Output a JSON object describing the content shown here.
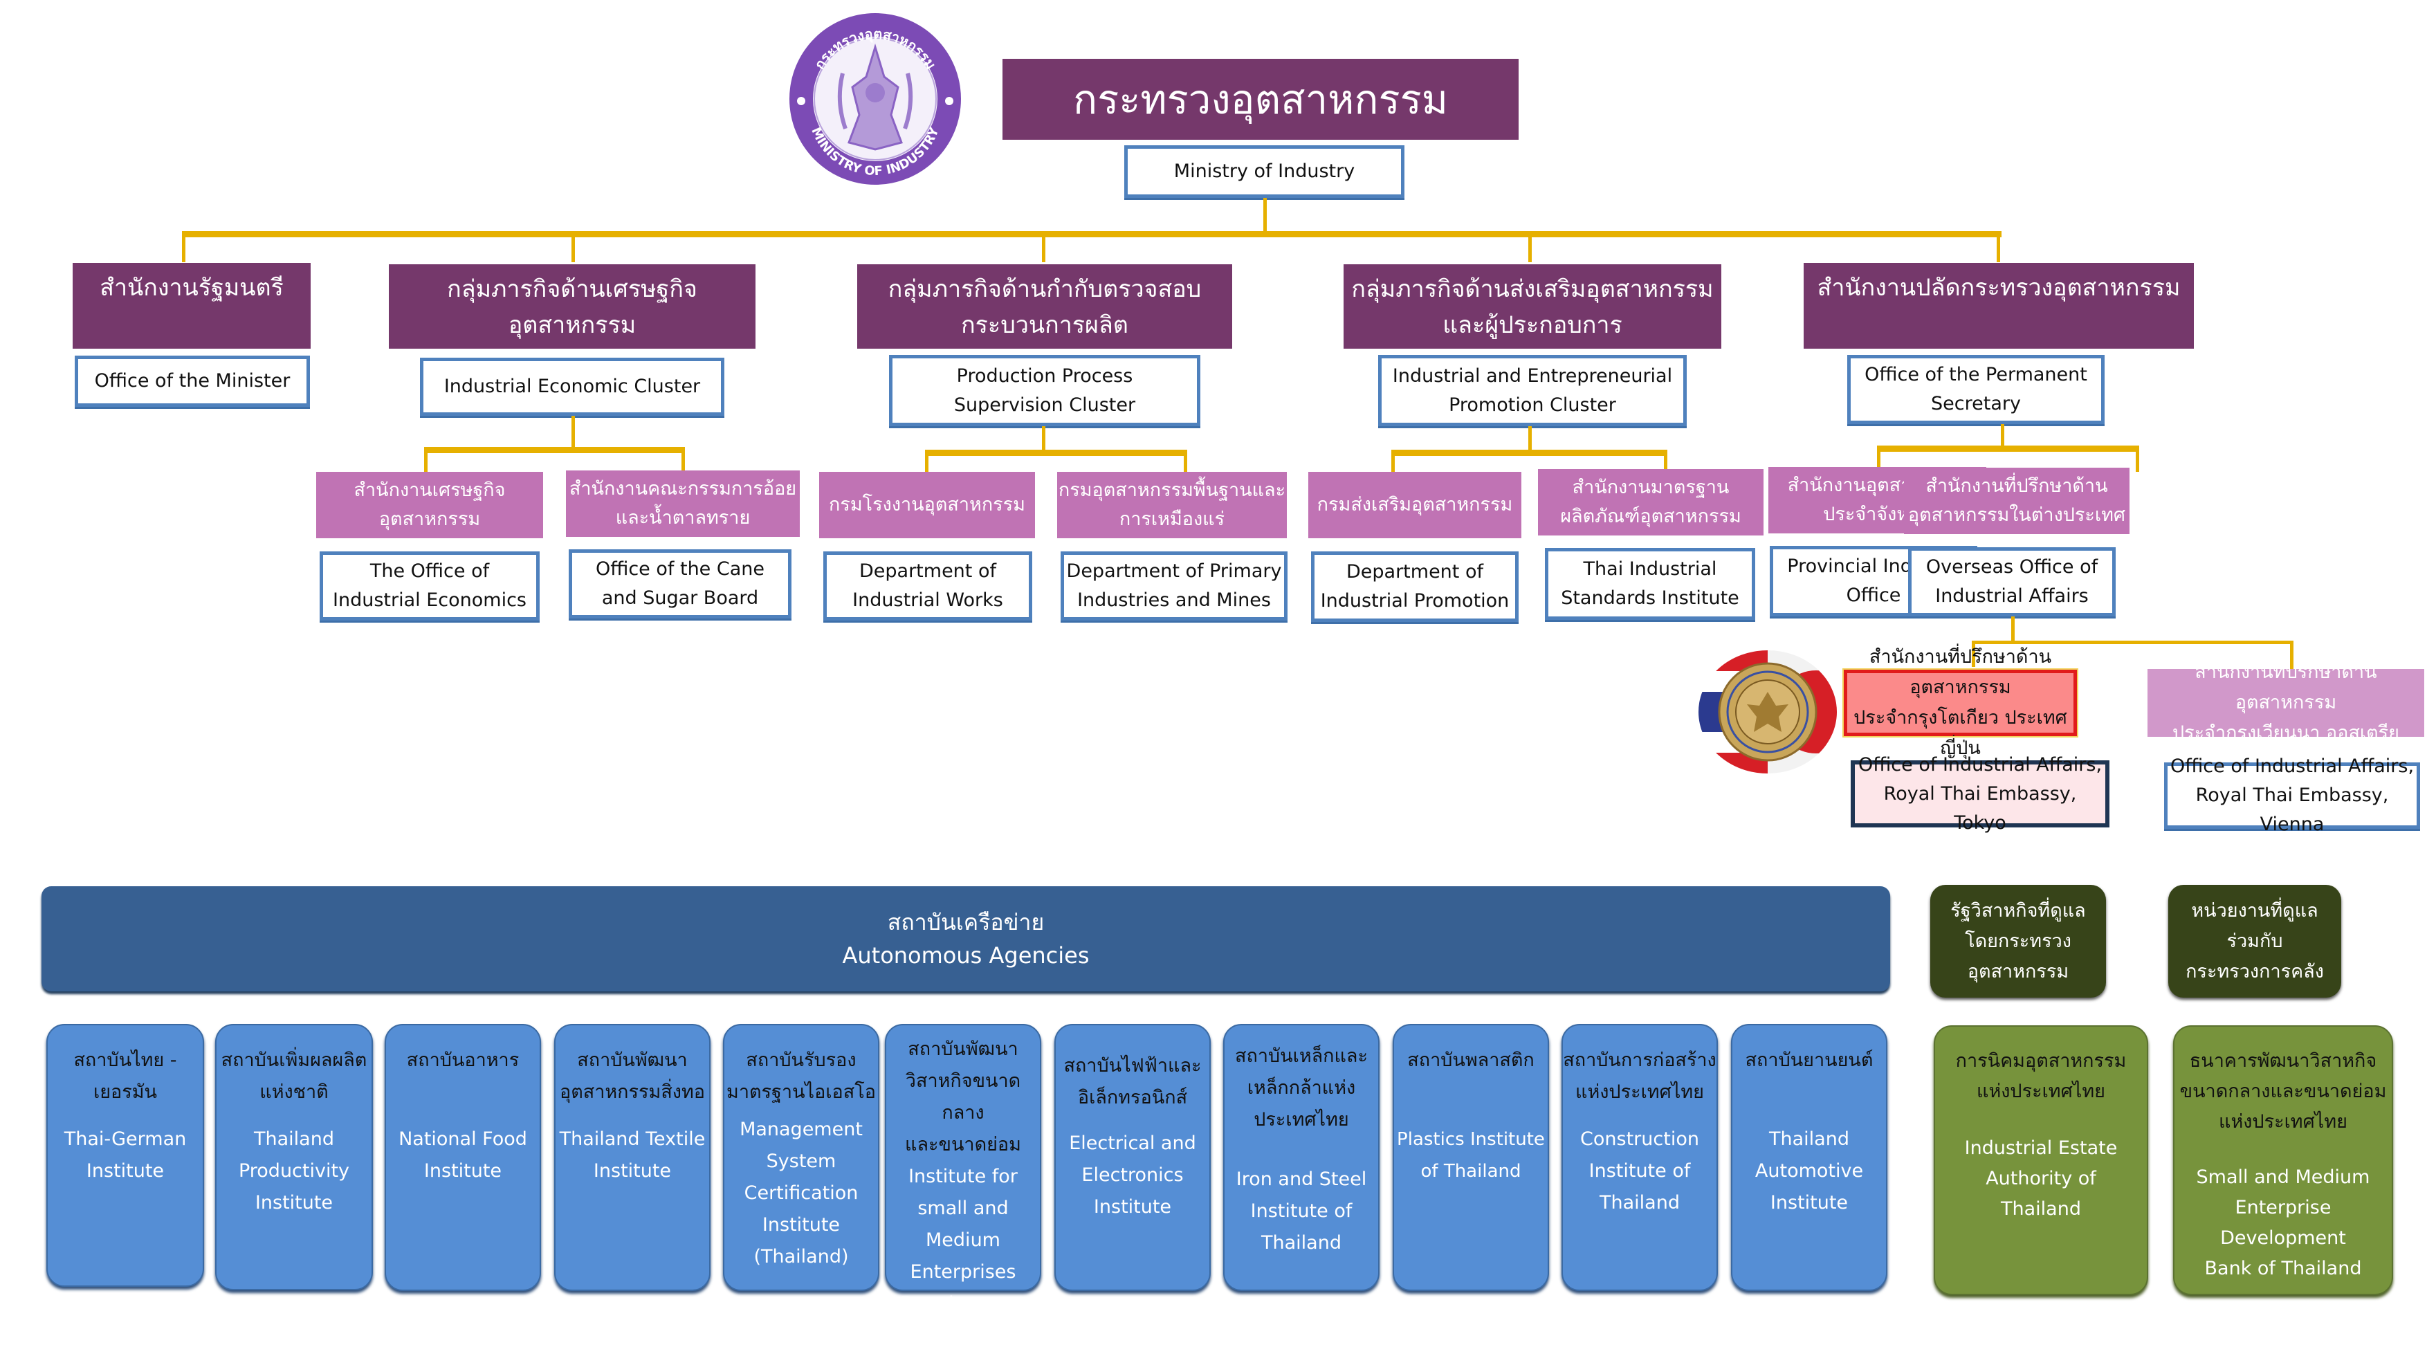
{
  "ministry": {
    "title_th": "กระทรวงอุตสาหกรรม",
    "title_en": "Ministry of Industry",
    "logo_text_top": "กระทรวงอุตสาหกรรม",
    "logo_text_bottom": "MINISTRY OF INDUSTRY"
  },
  "clusters": [
    {
      "th": "สำนักงานรัฐมนตรี",
      "en": "Office of the Minister"
    },
    {
      "th": "กลุ่มภารกิจด้านเศรษฐกิจอุตสาหกรรม",
      "en": "Industrial Economic Cluster"
    },
    {
      "th": "กลุ่มภารกิจด้านกำกับตรวจสอบ\nกระบวนการผลิต",
      "en": "Production Process\nSupervision Cluster"
    },
    {
      "th": "กลุ่มภารกิจด้านส่งเสริมอุตสาหกรรม\nและผู้ประกอบการ",
      "en": "Industrial and Entrepreneurial\nPromotion Cluster"
    },
    {
      "th": "สำนักงานปลัดกระทรวงอุตสาหกรรม",
      "en": "Office of the Permanent\nSecretary"
    }
  ],
  "departments": [
    {
      "th": "สำนักงานเศรษฐกิจ\nอุตสาหกรรม",
      "en": "The Office of\nIndustrial Economics"
    },
    {
      "th": "สำนักงานคณะกรรมการอ้อย\nและน้ำตาลทราย",
      "en": "Office of the Cane\nand Sugar Board"
    },
    {
      "th": "กรมโรงงานอุตสาหกรรม",
      "en": "Department of\nIndustrial Works"
    },
    {
      "th": "กรมอุตสาหกรรมพื้นฐานและ\nการเหมืองแร่",
      "en": "Department of Primary\nIndustries and Mines"
    },
    {
      "th": "กรมส่งเสริมอุตสาหกรรม",
      "en": "Department of\nIndustrial Promotion"
    },
    {
      "th": "สำนักงานมาตรฐาน\nผลิตภัณฑ์อุตสาหกรรม",
      "en": "Thai Industrial\nStandards Institute"
    },
    {
      "th": "สำนักงานอุตสาหกรรม\nประจำจังหวัด",
      "en": "Provincial Industry\nOffice"
    },
    {
      "th": "สำนักงานที่ปรึกษาด้าน\nอุตสาหกรรมในต่างประเทศ",
      "en": "Overseas Office of\nIndustrial Affairs"
    }
  ],
  "overseas": [
    {
      "th": "สำนักงานที่ปรึกษาด้านอุตสาหกรรม\nประจำกรุงโตเกียว ประเทศญี่ปุ่น",
      "en": "Office of Industrial Affairs,\nRoyal Thai Embassy, Tokyo"
    },
    {
      "th": "สำนักงานที่ปรึกษาด้านอุตสาหกรรม\nประจำกรุงเวียนนา ออสเตรีย",
      "en": "Office of Industrial Affairs,\nRoyal Thai Embassy, Vienna"
    }
  ],
  "autonomous": {
    "th": "สถาบันเครือข่าย",
    "en": "Autonomous Agencies",
    "institutes": [
      {
        "th": "สถาบันไทย -\nเยอรมัน",
        "en": "Thai-German\nInstitute"
      },
      {
        "th": "สถาบันเพิ่มผลผลิต\nแห่งชาติ",
        "en": "Thailand\nProductivity\nInstitute"
      },
      {
        "th": "สถาบันอาหาร",
        "en": "National Food\nInstitute"
      },
      {
        "th": "สถาบันพัฒนา\nอุตสาหกรรมสิ่งทอ",
        "en": "Thailand Textile\nInstitute"
      },
      {
        "th": "สถาบันรับรอง\nมาตรฐานไอเอสโอ",
        "en": "Management\nSystem\nCertification\nInstitute\n(Thailand)"
      },
      {
        "th": "สถาบันพัฒนา\nวิสาหกิจขนาดกลาง\nและขนาดย่อม",
        "en": "Institute for\nsmall and\nMedium\nEnterprises\nDevelopment"
      },
      {
        "th": "สถาบันไฟฟ้าและ\nอิเล็กทรอนิกส์",
        "en": "Electrical and\nElectronics\nInstitute"
      },
      {
        "th": "สถาบันเหล็กและ\nเหล็กกล้าแห่ง\nประเทศไทย",
        "en": "Iron and Steel\nInstitute of\nThailand"
      },
      {
        "th": "สถาบันพลาสติก",
        "en": "Plastics Institute\nof Thailand"
      },
      {
        "th": "สถาบันการก่อสร้าง\nแห่งประเทศไทย",
        "en": "Construction\nInstitute of\nThailand"
      },
      {
        "th": "สถาบันยานยนต์",
        "en": "Thailand\nAutomotive\nInstitute"
      }
    ]
  },
  "state_enterprise": {
    "header": "รัฐวิสาหกิจที่ดูแล\nโดยกระทรวง\nอุตสาหกรรม",
    "item": {
      "th": "การนิคมอุตสาหกรรม\nแห่งประเทศไทย",
      "en": "Industrial Estate\nAuthority of\nThailand"
    }
  },
  "finance_joint": {
    "header": "หน่วยงานที่ดูแล\nร่วมกับ\nกระทรวงการคลัง",
    "item": {
      "th": "ธนาคารพัฒนาวิสาหกิจ\nขนาดกลางและขนาดย่อม\nแห่งประเทศไทย",
      "en": "Small and Medium\nEnterprise Development\nBank of Thailand"
    }
  },
  "colors": {
    "purple_header": "#75386b",
    "pink_header": "#c073b4",
    "box_border": "#4f81bd",
    "connector": "#e6b000",
    "autonomous_bar": "#376092",
    "institute_card": "#558ed5",
    "dark_green": "#374419",
    "green_card": "#77933c",
    "tokyo_fill": "#fb8a8a"
  }
}
